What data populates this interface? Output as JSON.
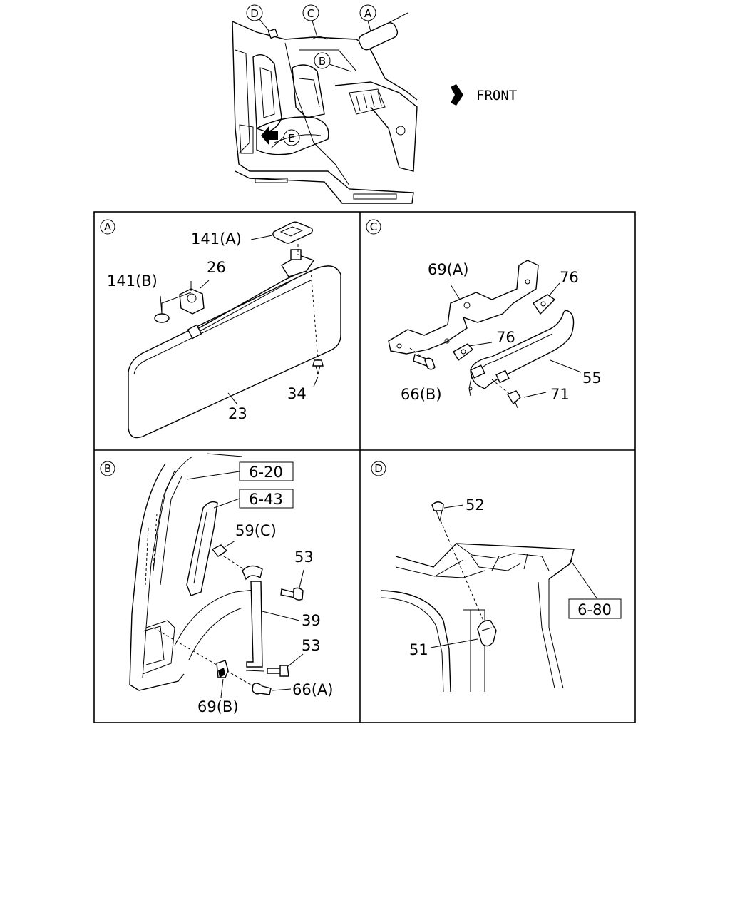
{
  "overview": {
    "callouts": {
      "d": "D",
      "c": "C",
      "a": "A",
      "b": "B",
      "e": "E"
    },
    "front_label": "FRONT"
  },
  "panel_a": {
    "letter": "A",
    "labels": {
      "l141a": "141(A)",
      "l141b": "141(B)",
      "l26": "26",
      "l23": "23",
      "l34": "34"
    }
  },
  "panel_c": {
    "letter": "C",
    "labels": {
      "l69a": "69(A)",
      "l76a": "76",
      "l76b": "76",
      "l66b": "66(B)",
      "l55": "55",
      "l71": "71"
    }
  },
  "panel_b": {
    "letter": "B",
    "refs": {
      "r620": "6-20",
      "r643": "6-43"
    },
    "labels": {
      "l59c": "59(C)",
      "l53a": "53",
      "l39": "39",
      "l53b": "53",
      "l66a": "66(A)",
      "l69b": "69(B)"
    }
  },
  "panel_d": {
    "letter": "D",
    "refs": {
      "r680": "6-80"
    },
    "labels": {
      "l52": "52",
      "l51": "51"
    }
  }
}
